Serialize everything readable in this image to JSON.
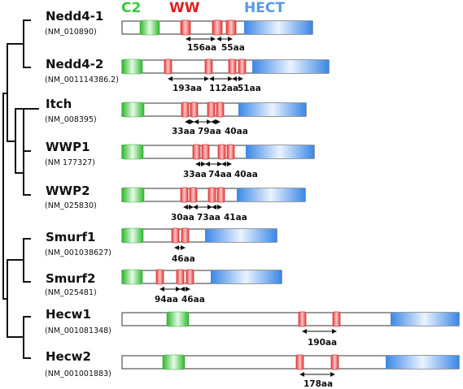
{
  "legend": {
    "c2": {
      "label": "C2",
      "color": "#33cc33"
    },
    "ww": {
      "label": "WW",
      "color": "#e02020"
    },
    "hect": {
      "label": "HECT",
      "color": "#5599ee"
    }
  },
  "proteins": [
    {
      "name": "Nedd4-1",
      "accession": "(NM_010890)",
      "spacers": [
        "156aa",
        "55aa"
      ]
    },
    {
      "name": "Nedd4-2",
      "accession": "(NM_001114386.2)",
      "spacers": [
        "193aa",
        "112aa",
        "51aa"
      ]
    },
    {
      "name": "Itch",
      "accession": "(NM_008395)",
      "spacers": [
        "33aa",
        "79aa",
        "40aa"
      ]
    },
    {
      "name": "WWP1",
      "accession": "(NM 177327)",
      "spacers": [
        "33aa",
        "74aa",
        "40aa"
      ]
    },
    {
      "name": "WWP2",
      "accession": "(NM_025830)",
      "spacers": [
        "30aa",
        "73aa",
        "41aa"
      ]
    },
    {
      "name": "Smurf1",
      "accession": "(NM_001038627)",
      "spacers": [
        "46aa"
      ]
    },
    {
      "name": "Smurf2",
      "accession": "(NM_025481)",
      "spacers": [
        "94aa",
        "46aa"
      ]
    },
    {
      "name": "Hecw1",
      "accession": "(NM_001081348)",
      "spacers": [
        "190aa"
      ]
    },
    {
      "name": "Hecw2",
      "accession": "(NM_001001883)",
      "spacers": [
        "178aa"
      ]
    }
  ]
}
